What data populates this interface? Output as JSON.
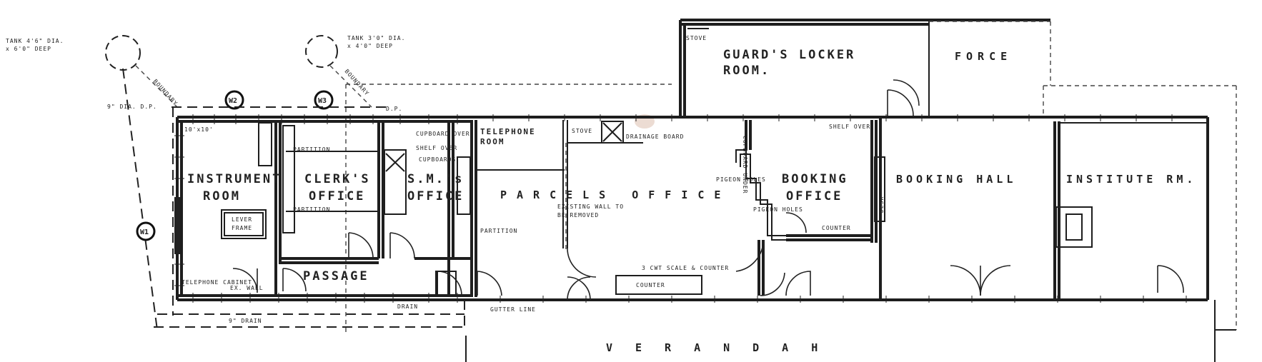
{
  "rooms": {
    "instrument_room": [
      "INSTRUMENT",
      "ROOM"
    ],
    "lever_frame": [
      "LEVER",
      "FRAME"
    ],
    "clerks_office": [
      "CLERK'S",
      "OFFICE"
    ],
    "sms_office": [
      "S.M.'s",
      "OFFICE"
    ],
    "telephone_room": [
      "TELEPHONE",
      "ROOM"
    ],
    "parcels_office": "PARCELS OFFICE",
    "booking_office": [
      "BOOKING",
      "OFFICE"
    ],
    "booking_hall": "BOOKING HALL",
    "institute_rm": "INSTITUTE RM.",
    "guards_locker_room": [
      "GUARD'S LOCKER",
      "ROOM."
    ],
    "force": "FORCE",
    "passage": "PASSAGE",
    "verandah": "VERANDAH"
  },
  "tags": {
    "w2_left": "W2",
    "w2_right": "W3",
    "w1_left": "W1"
  },
  "notes": {
    "tank_left": [
      "TANK 4'6\" DIA.",
      "x 6'0\" DEEP"
    ],
    "tank_right": [
      "TANK 3'0\" DIA.",
      "x 4'0\" DEEP"
    ],
    "bdy_left": "BOUNDARY",
    "bdy_right": "BOUNDARY",
    "dimension_top": "9\" DIA. D.P.",
    "dimension_left": "10'x10'",
    "dimension_bottom": "9\" DRAIN",
    "drain_small": "DRAIN",
    "telephone_cabinet": "TELEPHONE CABINET",
    "ex_wall": "EX. WALL",
    "dash_note": "D.P.",
    "partition": "PARTITION",
    "existing_wall": [
      "EXISTING WALL TO",
      "BE REMOVED"
    ],
    "cupboard_note": "CUPBOARD OVER",
    "shelf_note": "SHELF OVER",
    "pigeon_holes": "PIGEON HOLES",
    "cupboards": "CUPBOARDS",
    "counter": "COUNTER",
    "desk": "DESK",
    "stove": "STOVE",
    "drainage_board": "DRAINAGE BOARD",
    "scale_counter": "3 CWT SCALE & COUNTER",
    "counter_small": "COUNTER",
    "cupboard_under": "CUPBOARD UNDER",
    "gutter_line": "GUTTER LINE"
  }
}
